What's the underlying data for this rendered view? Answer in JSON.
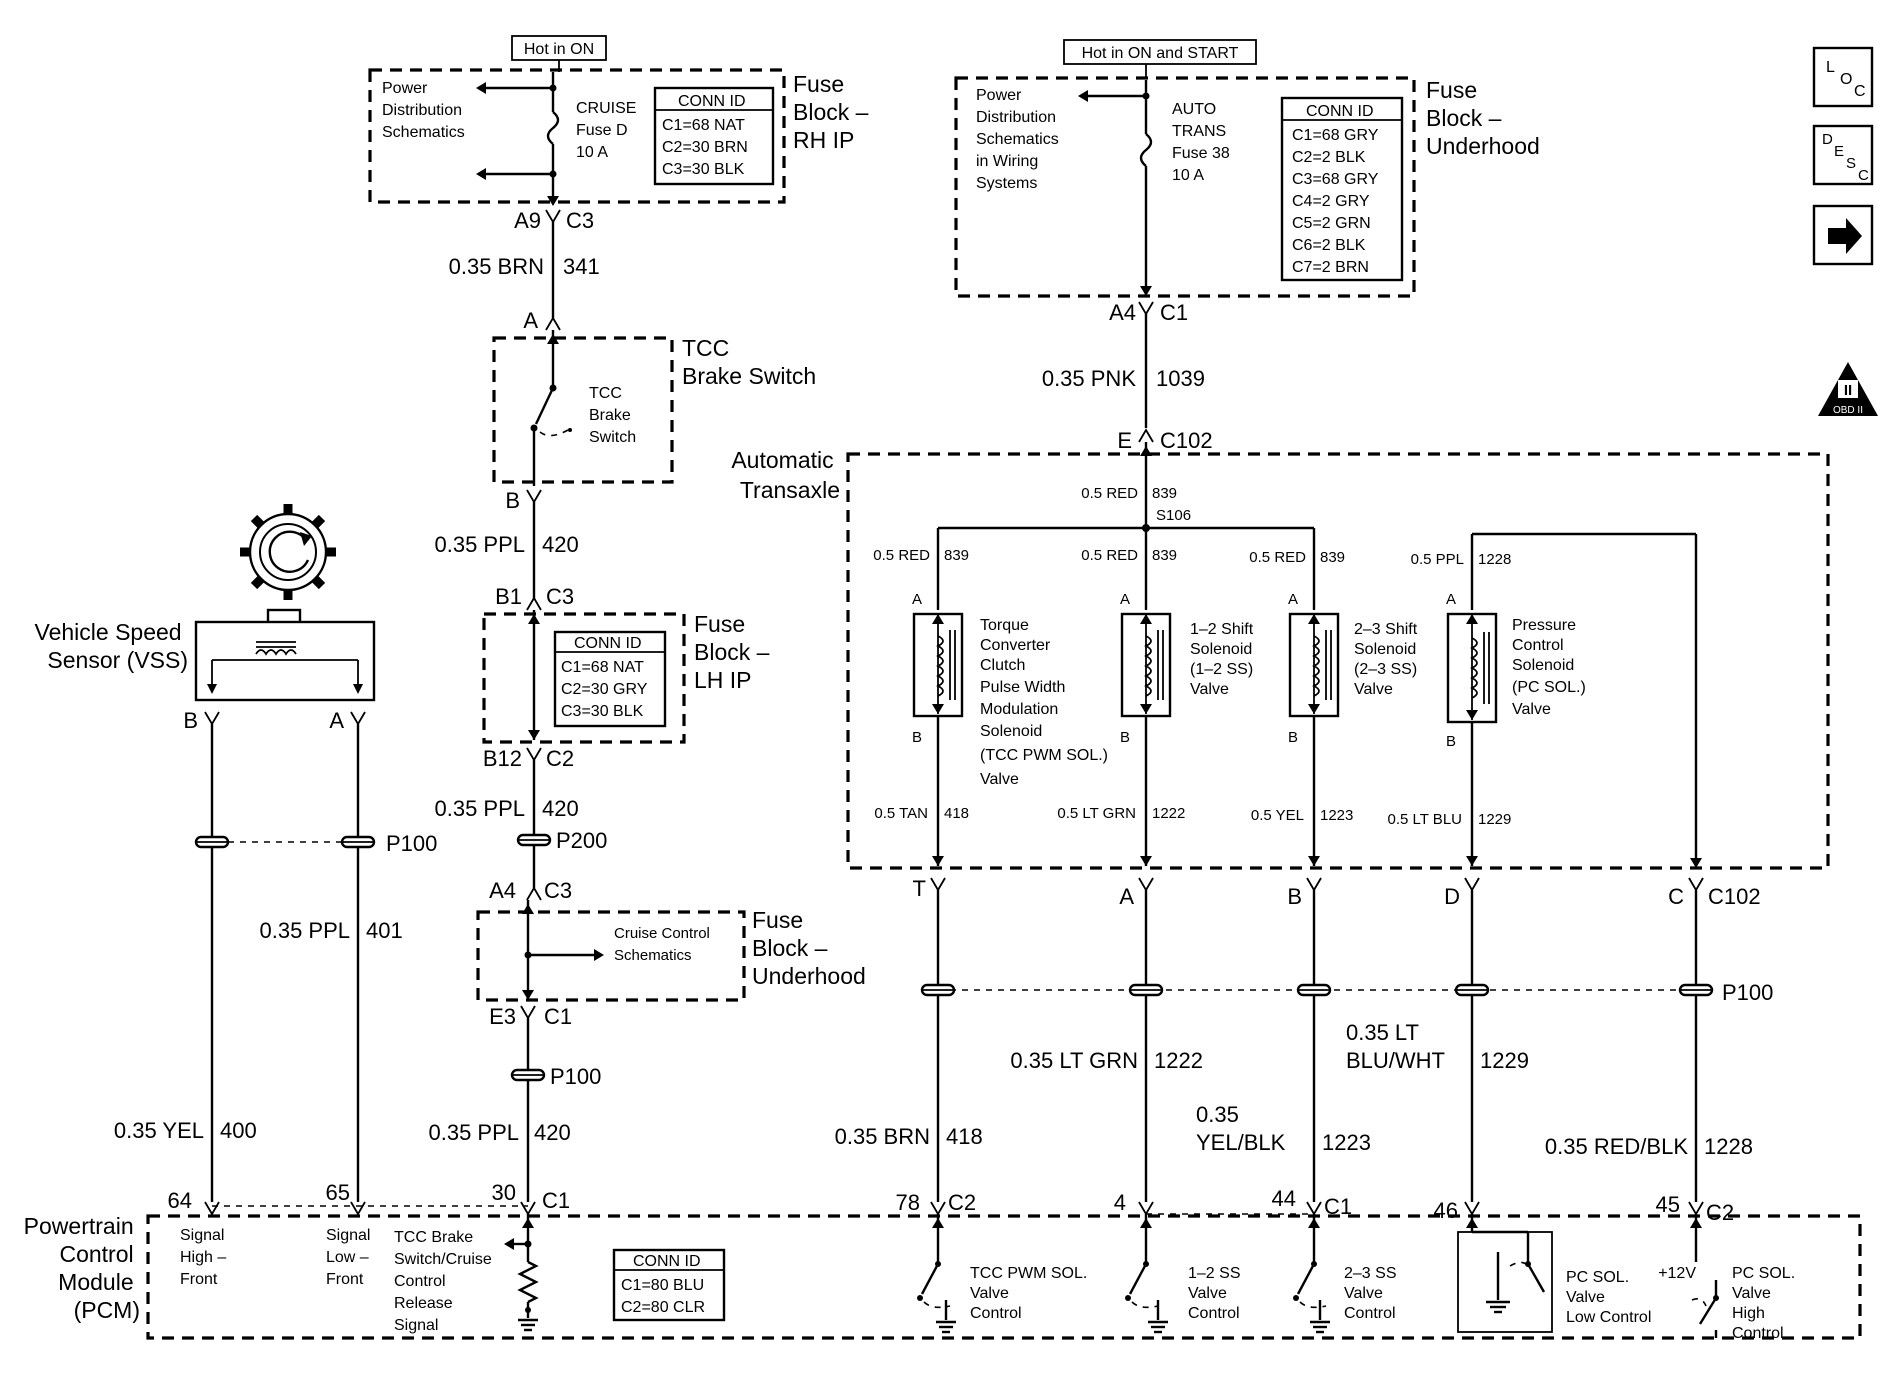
{
  "hot_labels": {
    "rh_ip": "Hot in ON",
    "underhood": "Hot in ON and START"
  },
  "fuse_rh_ip": {
    "title": [
      "Fuse",
      "Block –",
      "RH IP"
    ],
    "pds": [
      "Power",
      "Distribution",
      "Schematics"
    ],
    "fuse": [
      "CRUISE",
      "Fuse D",
      "10 A"
    ],
    "conn": [
      "CONN ID",
      "C1=68 NAT",
      "C2=30 BRN",
      "C3=30 BLK"
    ],
    "pins": [
      "A9",
      "C3"
    ]
  },
  "fuse_underhood_top": {
    "title": [
      "Fuse",
      "Block –",
      "Underhood"
    ],
    "pds": [
      "Power",
      "Distribution",
      "Schematics",
      "in Wiring",
      "Systems"
    ],
    "fuse": [
      "AUTO",
      "TRANS",
      "Fuse 38",
      "10 A"
    ],
    "conn": [
      "CONN ID",
      "C1=68 GRY",
      "C2=2 BLK",
      "C3=68 GRY",
      "C4=2 GRY",
      "C5=2 GRN",
      "C6=2 BLK",
      "C7=2 BRN"
    ],
    "pins": [
      "A4",
      "C1"
    ]
  },
  "wires": {
    "w341": {
      "gauge": "0.35 BRN",
      "circuit": "341"
    },
    "w1039": {
      "gauge": "0.35 PNK",
      "circuit": "1039"
    },
    "w420a": {
      "gauge": "0.35 PPL",
      "circuit": "420"
    },
    "w420b": {
      "gauge": "0.35 PPL",
      "circuit": "420"
    },
    "w420c": {
      "gauge": "0.35 PPL",
      "circuit": "420"
    },
    "w401": {
      "gauge": "0.35 PPL",
      "circuit": "401"
    },
    "w400": {
      "gauge": "0.35 YEL",
      "circuit": "400"
    },
    "w418": {
      "gauge": "0.35 BRN",
      "circuit": "418"
    },
    "w1222": {
      "gauge": "0.35 LT GRN",
      "circuit": "1222"
    },
    "w1223": {
      "gauge": [
        "0.35",
        "YEL/BLK"
      ],
      "circuit": "1223"
    },
    "w1229": {
      "gauge": [
        "0.35 LT",
        "BLU/WHT"
      ],
      "circuit": "1229"
    },
    "w1228": {
      "gauge": "0.35 RED/BLK",
      "circuit": "1228"
    }
  },
  "tcc_switch": {
    "title": [
      "TCC",
      "Brake Switch"
    ],
    "label": [
      "TCC",
      "Brake",
      "Switch"
    ],
    "pin_top": "A",
    "pin_bot": "B"
  },
  "fuse_lh_ip": {
    "title": [
      "Fuse",
      "Block –",
      "LH IP"
    ],
    "conn": [
      "CONN ID",
      "C1=68 NAT",
      "C2=30 GRY",
      "C3=30 BLK"
    ],
    "pins_top": [
      "B1",
      "C3"
    ],
    "pins_bot": [
      "B12",
      "C2"
    ]
  },
  "splices": {
    "p200": "P200",
    "p100_mid": "P100",
    "p100_left": "P100",
    "p100_right": "P100"
  },
  "fuse_underhood_mid": {
    "title": [
      "Fuse",
      "Block –",
      "Underhood"
    ],
    "link": [
      "Cruise Control",
      "Schematics"
    ],
    "pins_top": [
      "A4",
      "C3"
    ],
    "pins_bot": [
      "E3",
      "C1"
    ]
  },
  "vss": {
    "title": [
      "Vehicle Speed",
      "Sensor (VSS)"
    ],
    "pin_b": "B",
    "pin_a": "A"
  },
  "transaxle": {
    "title": [
      "Automatic",
      "Transaxle"
    ],
    "entry": {
      "pin": "E",
      "conn": "C102"
    },
    "top_wire": {
      "gauge": "0.5 RED",
      "circuit": "839",
      "splice": "S106"
    },
    "solenoids": [
      {
        "in_gauge": "0.5 RED",
        "in_circuit": "839",
        "label": [
          "Torque",
          "Converter",
          "Clutch",
          "Pulse Width",
          "Modulation",
          "Solenoid",
          "(TCC PWM SOL.)",
          "Valve"
        ],
        "out_gauge": "0.5 TAN",
        "out_circuit": "418",
        "exit_pin": "T"
      },
      {
        "in_gauge": "0.5 RED",
        "in_circuit": "839",
        "label": [
          "1–2 Shift",
          "Solenoid",
          "(1–2 SS)",
          "Valve"
        ],
        "out_gauge": "0.5 LT GRN",
        "out_circuit": "1222",
        "exit_pin": "A"
      },
      {
        "in_gauge": "0.5 RED",
        "in_circuit": "839",
        "label": [
          "2–3 Shift",
          "Solenoid",
          "(2–3 SS)",
          "Valve"
        ],
        "out_gauge": "0.5 YEL",
        "out_circuit": "1223",
        "exit_pin": "B"
      },
      {
        "in_gauge": "0.5 PPL",
        "in_circuit": "1228",
        "label": [
          "Pressure",
          "Control",
          "Solenoid",
          "(PC SOL.)",
          "Valve"
        ],
        "out_gauge": "0.5 LT BLU",
        "out_circuit": "1229",
        "exit_pin": "D"
      }
    ],
    "sol_pin_a": "A",
    "sol_pin_b": "B",
    "exit_c": "C",
    "exit_conn": "C102"
  },
  "pcm": {
    "title": [
      "Powertrain",
      "Control",
      "Module",
      "(PCM)"
    ],
    "pins": [
      {
        "num": "64",
        "conn": ""
      },
      {
        "num": "65",
        "conn": ""
      },
      {
        "num": "30",
        "conn": "C1"
      },
      {
        "num": "78",
        "conn": "C2"
      },
      {
        "num": "4",
        "conn": ""
      },
      {
        "num": "44",
        "conn": "C1"
      },
      {
        "num": "46",
        "conn": ""
      },
      {
        "num": "45",
        "conn": "C2"
      }
    ],
    "labels": {
      "sig_high": [
        "Signal",
        "High –",
        "Front"
      ],
      "sig_low": [
        "Signal",
        "Low –",
        "Front"
      ],
      "tcc_release": [
        "TCC Brake",
        "Switch/Cruise",
        "Control",
        "Release",
        "Signal"
      ],
      "tcc_pwm": [
        "TCC PWM SOL.",
        "Valve",
        "Control"
      ],
      "ss12": [
        "1–2 SS",
        "Valve",
        "Control"
      ],
      "ss23": [
        "2–3 SS",
        "Valve",
        "Control"
      ],
      "pc_low": [
        "PC SOL.",
        "Valve",
        "Low Control"
      ],
      "pc_high": [
        "PC SOL.",
        "Valve",
        "High",
        "Control"
      ],
      "plus12": "+12V"
    },
    "conn": [
      "CONN ID",
      "C1=80 BLU",
      "C2=80 CLR"
    ]
  },
  "side_icons": {
    "loc": [
      "L",
      "O",
      "C"
    ],
    "desc": [
      "D",
      "E",
      "S",
      "C"
    ],
    "obd": {
      "num": "II",
      "label": "OBD II"
    }
  }
}
